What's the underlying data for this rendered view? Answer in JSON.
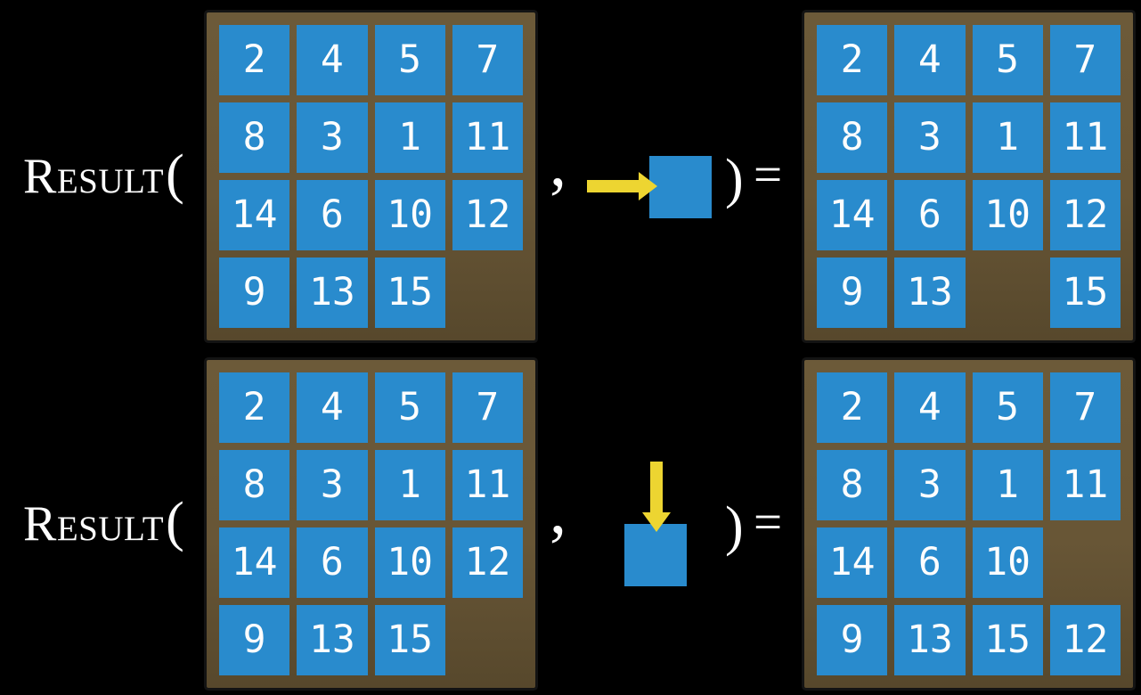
{
  "colors": {
    "background": "#000000",
    "tile_blue": "#298bcd",
    "board_brown": "#685636",
    "board_brown_dark": "#57482c",
    "arrow_yellow": "#edd531",
    "text_white": "#fdfdfd"
  },
  "label": {
    "name": "Result",
    "open_paren": "(",
    "comma": ",",
    "close_paren": ")",
    "equals": "="
  },
  "equations": [
    {
      "name": "slide-right",
      "action": {
        "direction": "right"
      },
      "input_board": [
        [
          "2",
          "4",
          "5",
          "7"
        ],
        [
          "8",
          "3",
          "1",
          "11"
        ],
        [
          "14",
          "6",
          "10",
          "12"
        ],
        [
          "9",
          "13",
          "15",
          null
        ]
      ],
      "output_board": [
        [
          "2",
          "4",
          "5",
          "7"
        ],
        [
          "8",
          "3",
          "1",
          "11"
        ],
        [
          "14",
          "6",
          "10",
          "12"
        ],
        [
          "9",
          "13",
          null,
          "15"
        ]
      ]
    },
    {
      "name": "slide-down",
      "action": {
        "direction": "down"
      },
      "input_board": [
        [
          "2",
          "4",
          "5",
          "7"
        ],
        [
          "8",
          "3",
          "1",
          "11"
        ],
        [
          "14",
          "6",
          "10",
          "12"
        ],
        [
          "9",
          "13",
          "15",
          null
        ]
      ],
      "output_board": [
        [
          "2",
          "4",
          "5",
          "7"
        ],
        [
          "8",
          "3",
          "1",
          "11"
        ],
        [
          "14",
          "6",
          "10",
          null
        ],
        [
          "9",
          "13",
          "15",
          "12"
        ]
      ]
    }
  ]
}
